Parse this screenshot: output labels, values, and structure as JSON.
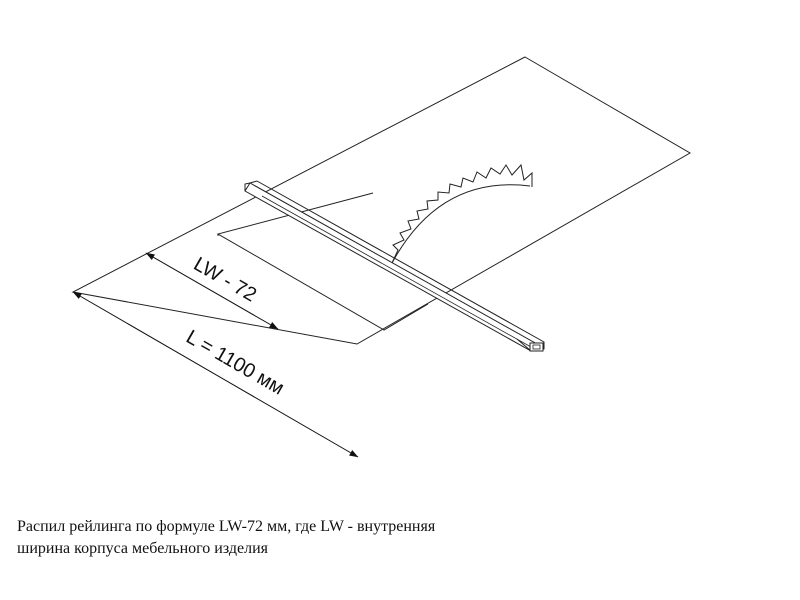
{
  "diagram": {
    "dimension_inner_label": "LW - 72",
    "dimension_total_label": "L = 1100 мм"
  },
  "caption": {
    "line1": "Распил рейлинга по формуле LW-72 мм, где LW - внутренняя",
    "line2": "ширина корпуса мебельного изделия"
  }
}
